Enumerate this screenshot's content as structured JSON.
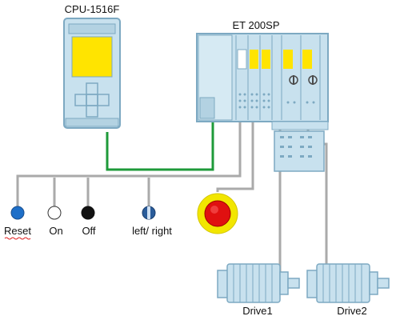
{
  "cpu": {
    "label": "CPU-1516F"
  },
  "et200sp": {
    "label": "ET 200SP"
  },
  "inputs": [
    {
      "label": "Reset",
      "kind": "reset-button",
      "color": "#1e6fc8"
    },
    {
      "label": "On",
      "kind": "on-button",
      "color": "#ffffff"
    },
    {
      "label": "Off",
      "kind": "off-button",
      "color": "#111111"
    },
    {
      "label": "left/ right",
      "kind": "selector-switch",
      "color": "#2a5c9a"
    }
  ],
  "emergency_stop": {
    "color": "#e01010",
    "ring_color": "#f2e600"
  },
  "drives": [
    {
      "label": "Drive1"
    },
    {
      "label": "Drive2"
    }
  ],
  "colors": {
    "device_body": "#c8e1ee",
    "device_edge": "#7da9c2",
    "display_yellow": "#ffe400",
    "profinet_line": "#1e9a3a",
    "wire": "#aaaaaa"
  }
}
